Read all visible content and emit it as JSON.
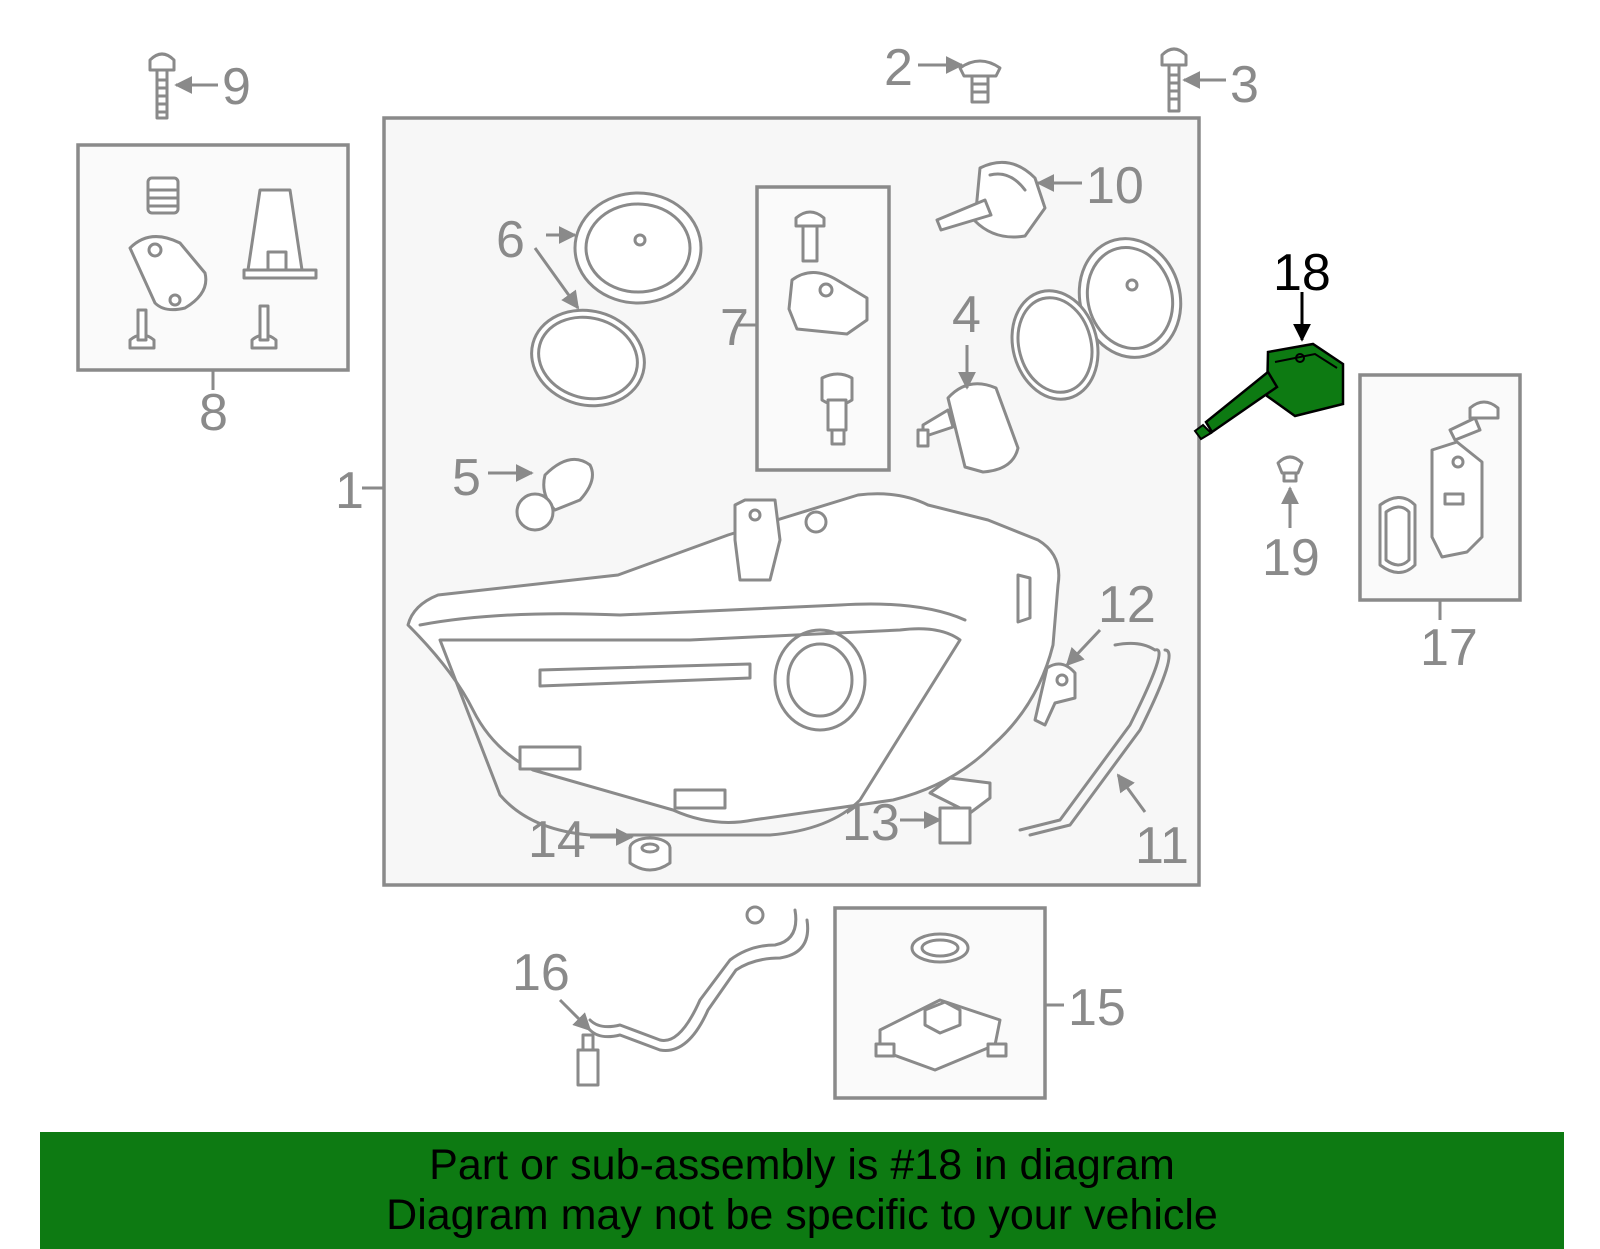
{
  "labels": {
    "n1": "1",
    "n2": "2",
    "n3": "3",
    "n4": "4",
    "n5": "5",
    "n6": "6",
    "n7": "7",
    "n8": "8",
    "n9": "9",
    "n10": "10",
    "n11": "11",
    "n12": "12",
    "n13": "13",
    "n14": "14",
    "n15": "15",
    "n16": "16",
    "n17": "17",
    "n18": "18",
    "n19": "19"
  },
  "highlight": {
    "part_number": "18",
    "color": "#0d7a12"
  },
  "banner": {
    "line1": "Part or sub-assembly is #18 in diagram",
    "line2": "Diagram may not be specific to your vehicle",
    "background": "#0d7a12"
  }
}
